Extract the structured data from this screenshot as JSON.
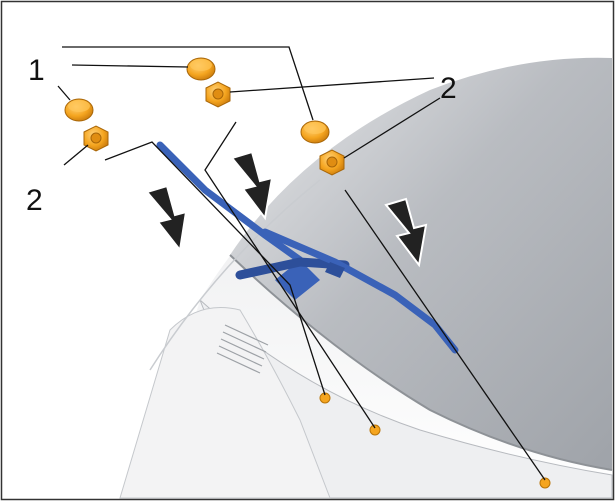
{
  "callouts": {
    "label_1": "1",
    "label_2_left": "2",
    "label_2_right": "2"
  },
  "colors": {
    "frame": "#333333",
    "leader": "#111111",
    "cap_orange": "#f5a51f",
    "wiper_blue": "#3a62b8",
    "arrow_fill": "#222222",
    "glass": "#bfc2c6"
  }
}
